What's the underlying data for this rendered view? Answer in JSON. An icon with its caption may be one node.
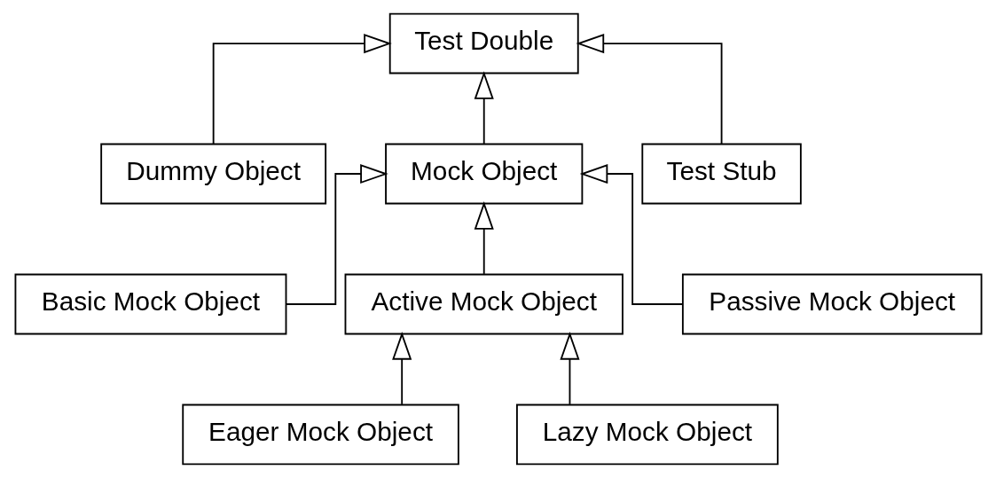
{
  "diagram": {
    "nodes": [
      {
        "text": [
          "Test Double"
        ]
      },
      {
        "text": [
          "Dummy Object"
        ]
      },
      {
        "text": [
          "Mock Object"
        ]
      },
      {
        "text": [
          "Test Stub"
        ]
      },
      {
        "text": [
          "Basic Mock Object"
        ]
      },
      {
        "text": [
          "Active Mock Object"
        ]
      },
      {
        "text": [
          "Passive Mock Object"
        ]
      },
      {
        "text": [
          "Eager Mock Object"
        ]
      },
      {
        "text": [
          "Lazy Mock Object"
        ]
      }
    ],
    "edges": [
      {
        "from": 1,
        "to": 0,
        "arrow": "to"
      },
      {
        "from": 2,
        "to": 0,
        "arrow": "to"
      },
      {
        "from": 3,
        "to": 0,
        "arrow": "to"
      },
      {
        "from": 4,
        "to": 2,
        "arrow": "to"
      },
      {
        "from": 5,
        "to": 2,
        "arrow": "to"
      },
      {
        "from": 6,
        "to": 2,
        "arrow": "to"
      },
      {
        "from": 7,
        "to": 5,
        "arrow": "to"
      },
      {
        "from": 8,
        "to": 5,
        "arrow": "to"
      }
    ]
  }
}
